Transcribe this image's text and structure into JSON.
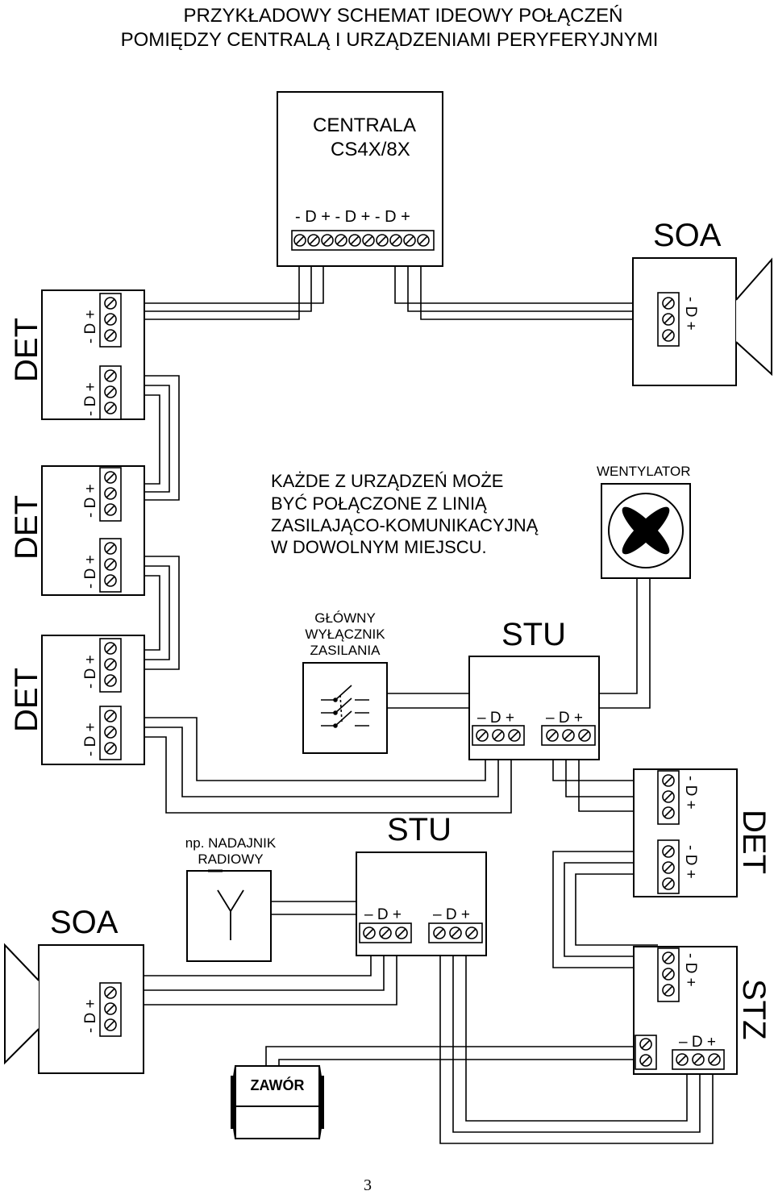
{
  "title": {
    "line1": "PRZYKŁADOWY SCHEMAT IDEOWY POŁĄCZEŃ",
    "line2": "POMIĘDZY CENTRALĄ  I URZĄDZENIAMI PERYFERYJNYMI"
  },
  "centrala": {
    "label_line1": "CENTRALA",
    "label_line2": "CS4X/8X",
    "terminals_label": "- D + - D + - D +"
  },
  "devices": {
    "soa_top": "SOA",
    "soa_bottom": "SOA",
    "det_1": "DET",
    "det_2": "DET",
    "det_3": "DET",
    "det_right": "DET",
    "stz": "STZ",
    "stu_top": "STU",
    "stu_bottom": "STU",
    "wentylator": "WENTYLATOR",
    "zawor": "ZAWÓR",
    "switch_line1": "GŁÓWNY",
    "switch_line2": "WYŁĄCZNIK",
    "switch_line3": "ZASILANIA",
    "radio_line1": "np. NADAJNIK",
    "radio_line2": "RADIOWY"
  },
  "terminal_labels": {
    "dpm": "- D +",
    "dpm_spaced": "– D +"
  },
  "note": {
    "line1": "KAŻDE Z URZĄDZEŃ MOŻE",
    "line2": "BYĆ POŁĄCZONE Z LINIĄ",
    "line3": "ZASILAJĄCO-KOMUNIKACYJNĄ",
    "line4": "W DOWOLNYM MIEJSCU."
  },
  "page_number": "3"
}
